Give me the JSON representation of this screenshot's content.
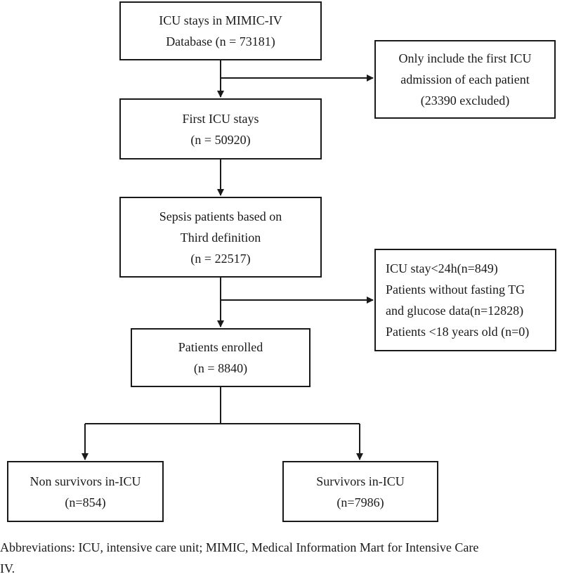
{
  "boxes": {
    "icu_stays": {
      "lines": [
        "ICU stays in MIMIC-IV",
        "Database (n = 73181)"
      ]
    },
    "first_icu_rule": {
      "lines": [
        "Only include the first ICU",
        "admission of each patient",
        "(23390 excluded)"
      ]
    },
    "first_icu_stays": {
      "lines": [
        "First ICU stays",
        "(n = 50920)"
      ]
    },
    "sepsis": {
      "lines": [
        "Sepsis patients based on",
        "Third definition",
        "(n = 22517)"
      ]
    },
    "exclusions": {
      "lines": [
        "ICU stay<24h(n=849)",
        "Patients without fasting TG",
        "and glucose data(n=12828)",
        "Patients <18 years old (n=0)"
      ]
    },
    "enrolled": {
      "lines": [
        "Patients enrolled",
        "(n = 8840)"
      ]
    },
    "non_survivors": {
      "lines": [
        "Non survivors in-ICU",
        "(n=854)"
      ]
    },
    "survivors": {
      "lines": [
        "Survivors in-ICU",
        "(n=7986)"
      ]
    }
  },
  "footnote": {
    "lines": [
      "Abbreviations: ICU, intensive care unit; MIMIC, Medical Information Mart for Intensive Care",
      "IV."
    ]
  },
  "colors": {
    "stroke": "#1a1a1a",
    "background": "#ffffff"
  }
}
